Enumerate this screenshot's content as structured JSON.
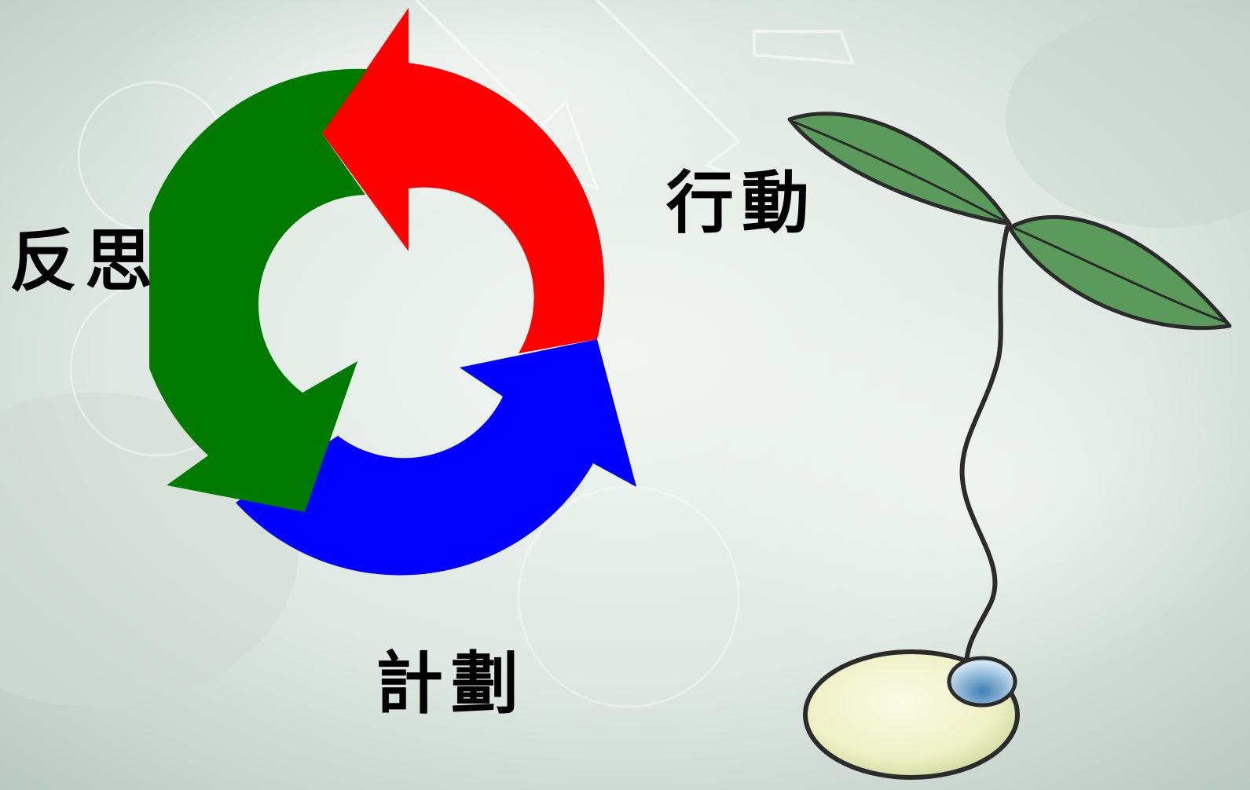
{
  "labels": {
    "action": "行動",
    "reflect": "反思",
    "plan": "計劃"
  },
  "colors": {
    "action_arrow": "#ff0000",
    "reflect_arrow": "#007a00",
    "plan_arrow": "#0000ff",
    "label_text": "#000000",
    "leaf": "#5a9a5a",
    "background": "#d8e4dc"
  }
}
